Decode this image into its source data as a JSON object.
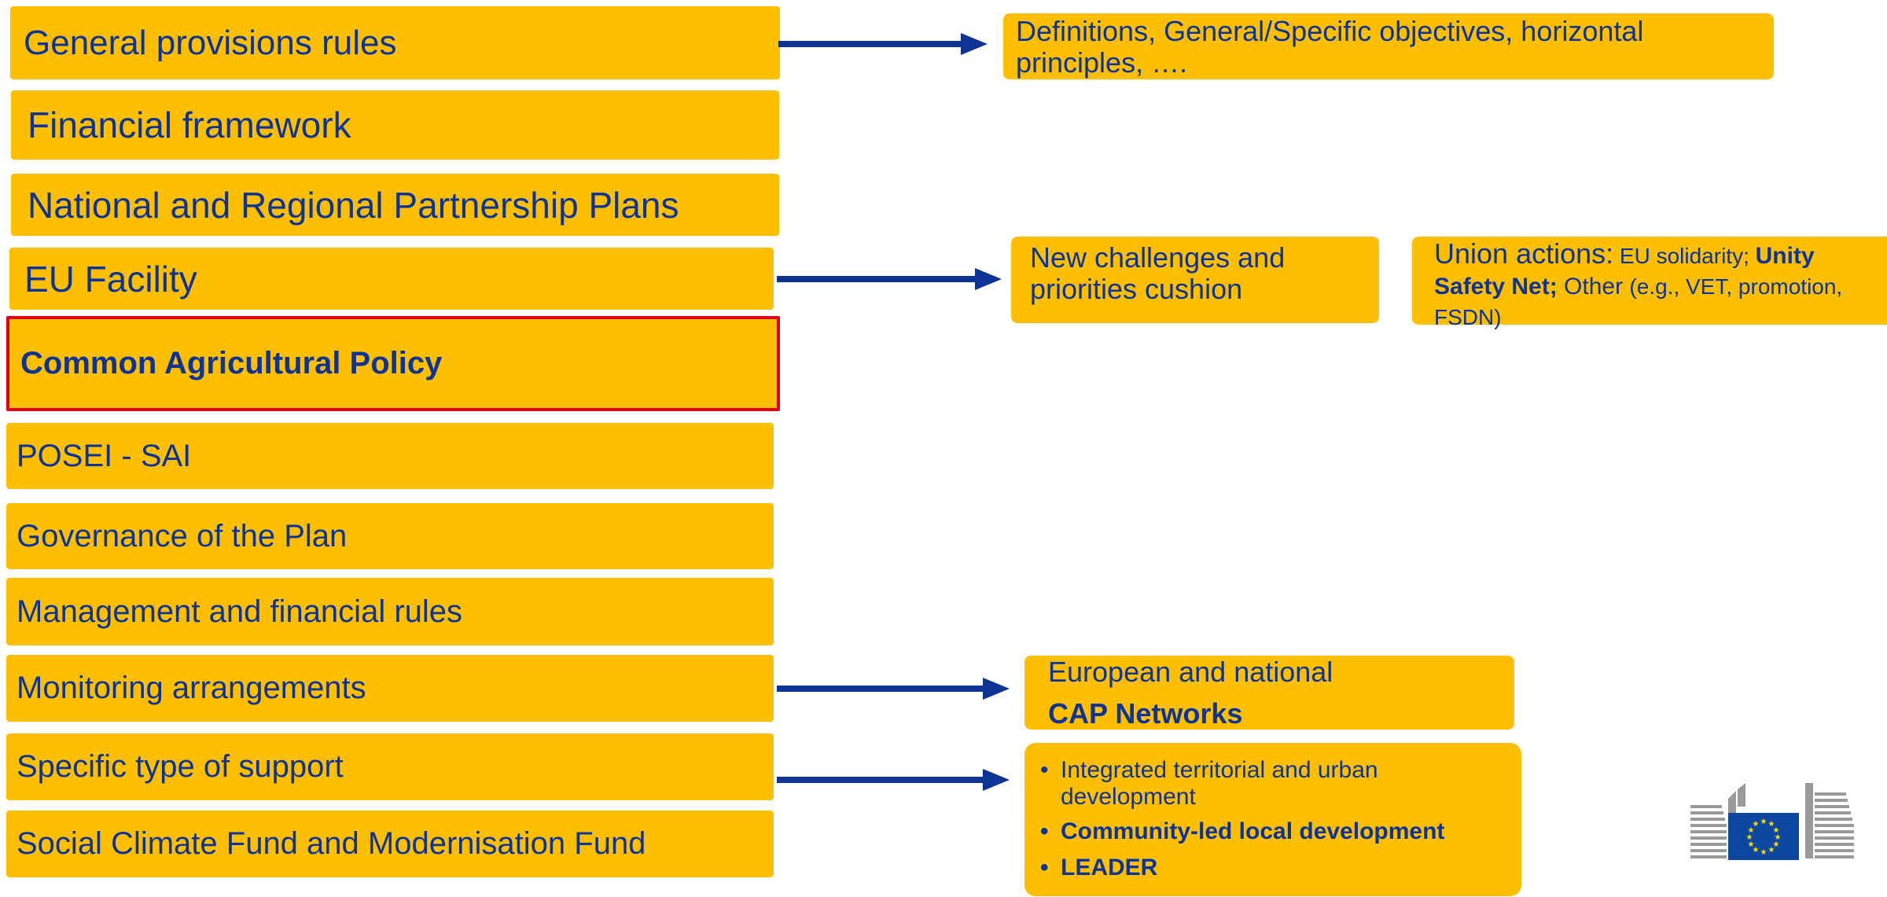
{
  "left_items": [
    {
      "label": "General provisions rules",
      "selected": false
    },
    {
      "label": "Financial framework",
      "selected": false
    },
    {
      "label": "National and Regional Partnership Plans",
      "selected": false
    },
    {
      "label": "EU Facility",
      "selected": false
    },
    {
      "label": "Common Agricultural Policy",
      "selected": true
    },
    {
      "label": "POSEI - SAI",
      "selected": false
    },
    {
      "label": "Governance of the Plan",
      "selected": false
    },
    {
      "label": "Management and financial rules",
      "selected": false
    },
    {
      "label": "Monitoring arrangements",
      "selected": false
    },
    {
      "label": "Specific type of support",
      "selected": false
    },
    {
      "label": "Social Climate Fund and Modernisation Fund",
      "selected": false
    }
  ],
  "right": {
    "general": "Definitions, General/Specific objectives, horizontal principles, ….",
    "new_challenges": "New challenges and priorities cushion",
    "union": {
      "heading": "Union actions:",
      "part1": " EU solidarity; ",
      "bold": "Unity Safety Net;",
      "part2": " Other ",
      "part3": "(e.g., VET, promotion, FSDN)"
    },
    "networks": {
      "line1": "European and national",
      "line2": "CAP Networks"
    },
    "support_bullets": [
      {
        "text": "Integrated territorial and urban development",
        "bold": false
      },
      {
        "text": "Community-led local development",
        "bold": true
      },
      {
        "text": "LEADER",
        "bold": true
      }
    ]
  },
  "colors": {
    "box": "#fdbf00",
    "text": "#0d3394",
    "arrow": "#0d3394",
    "selected_border": "#e3001b"
  },
  "logo": {
    "name": "european-commission-logo"
  }
}
